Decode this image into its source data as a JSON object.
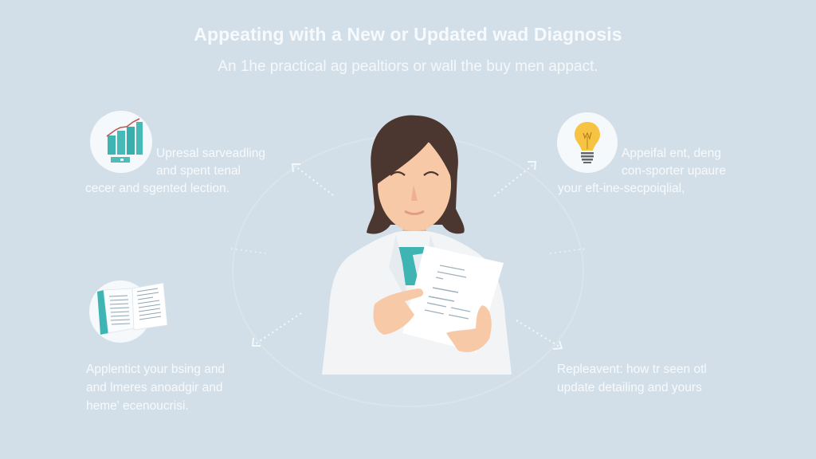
{
  "header": {
    "title": "Appeating with a New or Updated wad Diagnosis",
    "subtitle": "An 1he practical ag pealtiors or wall the buy men appact."
  },
  "colors": {
    "background": "#d3dfe8",
    "text": "#f7fafc",
    "teal": "#3fb5b3",
    "bulb_yellow": "#f6c343",
    "hair": "#4b3630",
    "skin": "#f7c9a7",
    "coat": "#f2f4f6"
  },
  "center_figure": {
    "label": "doctor-holding-document",
    "icon": "doctor-illustration"
  },
  "callouts": [
    {
      "position": "top-left",
      "icon": "bar-chart-trend-icon",
      "lines": [
        "Upresal sarveadling",
        "and spent tenal",
        "cecer and sgented lection."
      ]
    },
    {
      "position": "top-right",
      "icon": "lightbulb-icon",
      "lines": [
        "Appeifal ent, deng",
        "con-sporter upaure",
        "your eft-ine-secpoiqlial,"
      ]
    },
    {
      "position": "bottom-left",
      "icon": "open-book-icon",
      "lines": [
        "Applentict your bsing and",
        "and lmeres anoadgir and",
        "heme' ecenoucrisi."
      ]
    },
    {
      "position": "bottom-right",
      "icon": "none",
      "lines": [
        "Replеavent: how tr seen otl",
        "update detailing and yours"
      ]
    }
  ]
}
